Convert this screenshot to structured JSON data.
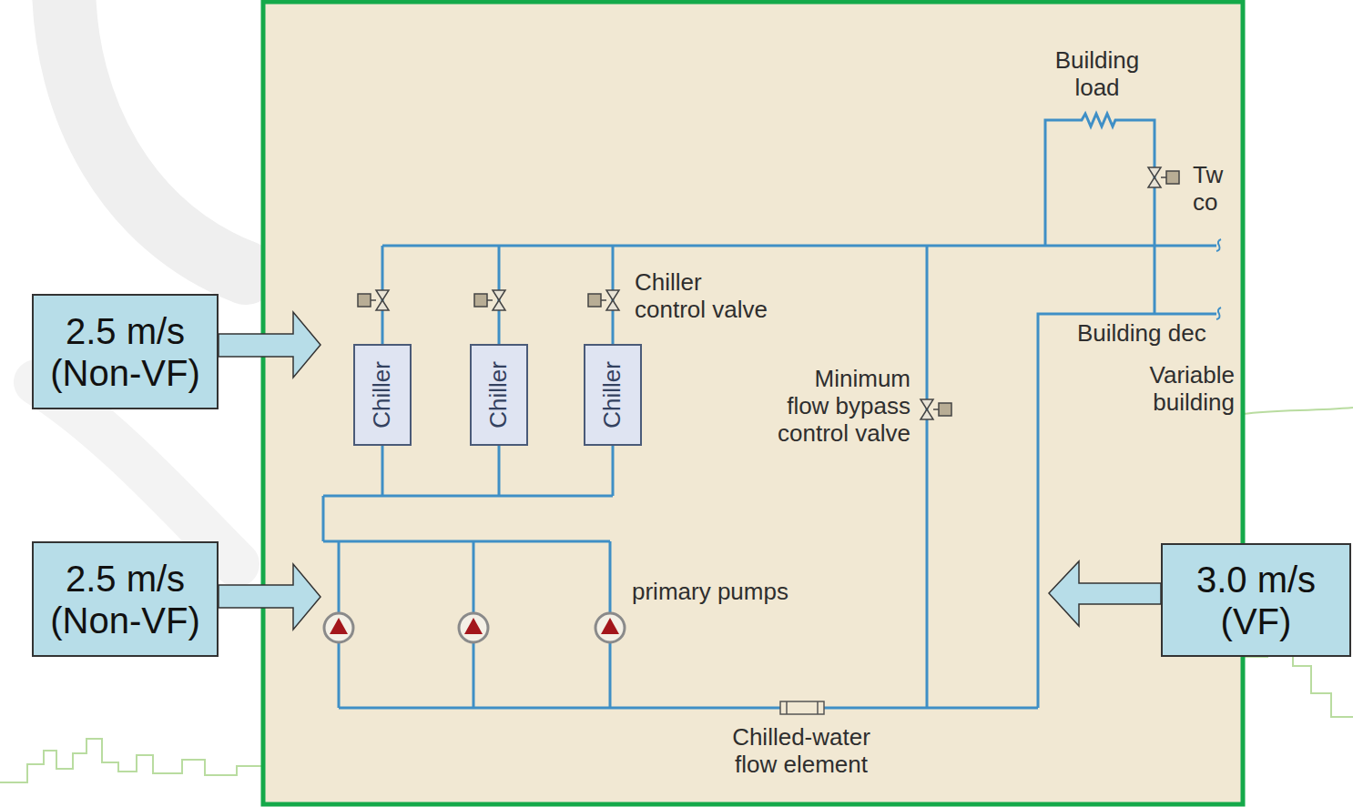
{
  "diagram": {
    "nodes": [
      {
        "text": [
          "2.5 m/s (Non-VF)"
        ]
      },
      {
        "text": [
          "Chiller"
        ]
      },
      {
        "text": [
          "Chiller"
        ]
      },
      {
        "text": [
          "Chiller"
        ]
      },
      {
        "text": [
          "2.5 m/s (Non-VF)"
        ]
      },
      {
        "text": [
          "3.0 m/s (VF)"
        ]
      }
    ],
    "labels": [
      "Building load",
      "Tw co",
      "Chiller control valve",
      "Minimum flow bypass control valve",
      "Building dec",
      "Variable building",
      "primary pumps",
      "Chilled-water flow element"
    ]
  }
}
